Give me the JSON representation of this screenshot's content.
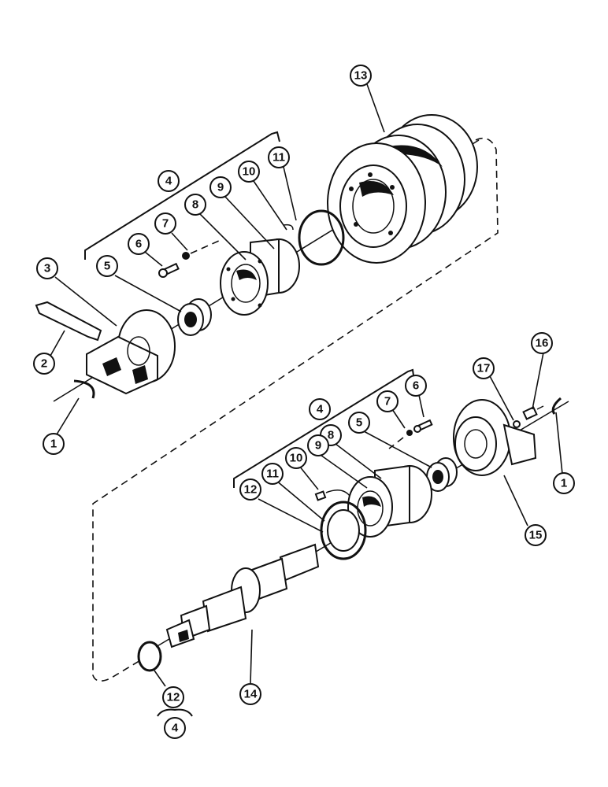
{
  "callouts": {
    "c1a": "1",
    "c1b": "1",
    "c2": "2",
    "c3": "3",
    "c4a": "4",
    "c4b": "4",
    "c4c": "4",
    "c5a": "5",
    "c5b": "5",
    "c6a": "6",
    "c6b": "6",
    "c7a": "7",
    "c7b": "7",
    "c8a": "8",
    "c8b": "8",
    "c9a": "9",
    "c9b": "9",
    "c10a": "10",
    "c10b": "10",
    "c11a": "11",
    "c11b": "11",
    "c12a": "12",
    "c12b": "12",
    "c13": "13",
    "c14": "14",
    "c15": "15",
    "c16": "16",
    "c17": "17"
  },
  "colors": {
    "ink": "#111111",
    "paper": "#ffffff"
  }
}
